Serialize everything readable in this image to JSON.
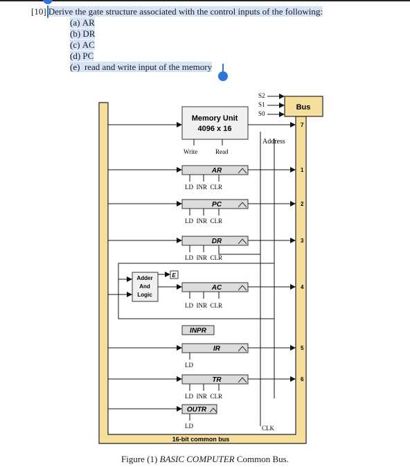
{
  "question": {
    "number": "[10]",
    "title": "Derive the gate structure associated with the control inputs of the following:",
    "options": [
      {
        "label": "(a)",
        "text": "AR"
      },
      {
        "label": "(b)",
        "text": "DR"
      },
      {
        "label": "(c)",
        "text": "AC"
      },
      {
        "label": "(d)",
        "text": "PC"
      },
      {
        "label": "(e)",
        "text": "read and write input of the memory"
      }
    ]
  },
  "diagram": {
    "bus_label": "Bus",
    "selects": [
      "S2",
      "S1",
      "S0"
    ],
    "memory": {
      "name": "Memory Unit",
      "size": "4096 x 16",
      "write": "Write",
      "read": "Read"
    },
    "address_label": "Address",
    "registers": [
      {
        "name": "AR",
        "controls": "LD  INR  CLR",
        "bus_num": "1"
      },
      {
        "name": "PC",
        "controls": "LD  INR  CLR",
        "bus_num": "2"
      },
      {
        "name": "DR",
        "controls": "LD  INR  CLR",
        "bus_num": "3"
      },
      {
        "name": "AC",
        "controls": "LD  INR  CLR",
        "bus_num": "4"
      },
      {
        "name": "INPR",
        "controls": "",
        "bus_num": ""
      },
      {
        "name": "IR",
        "controls": "LD",
        "bus_num": "5"
      },
      {
        "name": "TR",
        "controls": "LD  INR  CLR",
        "bus_num": "6"
      },
      {
        "name": "OUTR",
        "controls": "LD",
        "bus_num": ""
      }
    ],
    "memory_bus_num": "7",
    "adder": [
      "Adder",
      "And",
      "Logic"
    ],
    "e_label": "E",
    "clk_label": "CLK",
    "common_bus_label": "16-bit common bus"
  },
  "caption": {
    "prefix": "Figure (1) ",
    "italic": "BASIC COMPUTER",
    "suffix": " Common Bus."
  }
}
